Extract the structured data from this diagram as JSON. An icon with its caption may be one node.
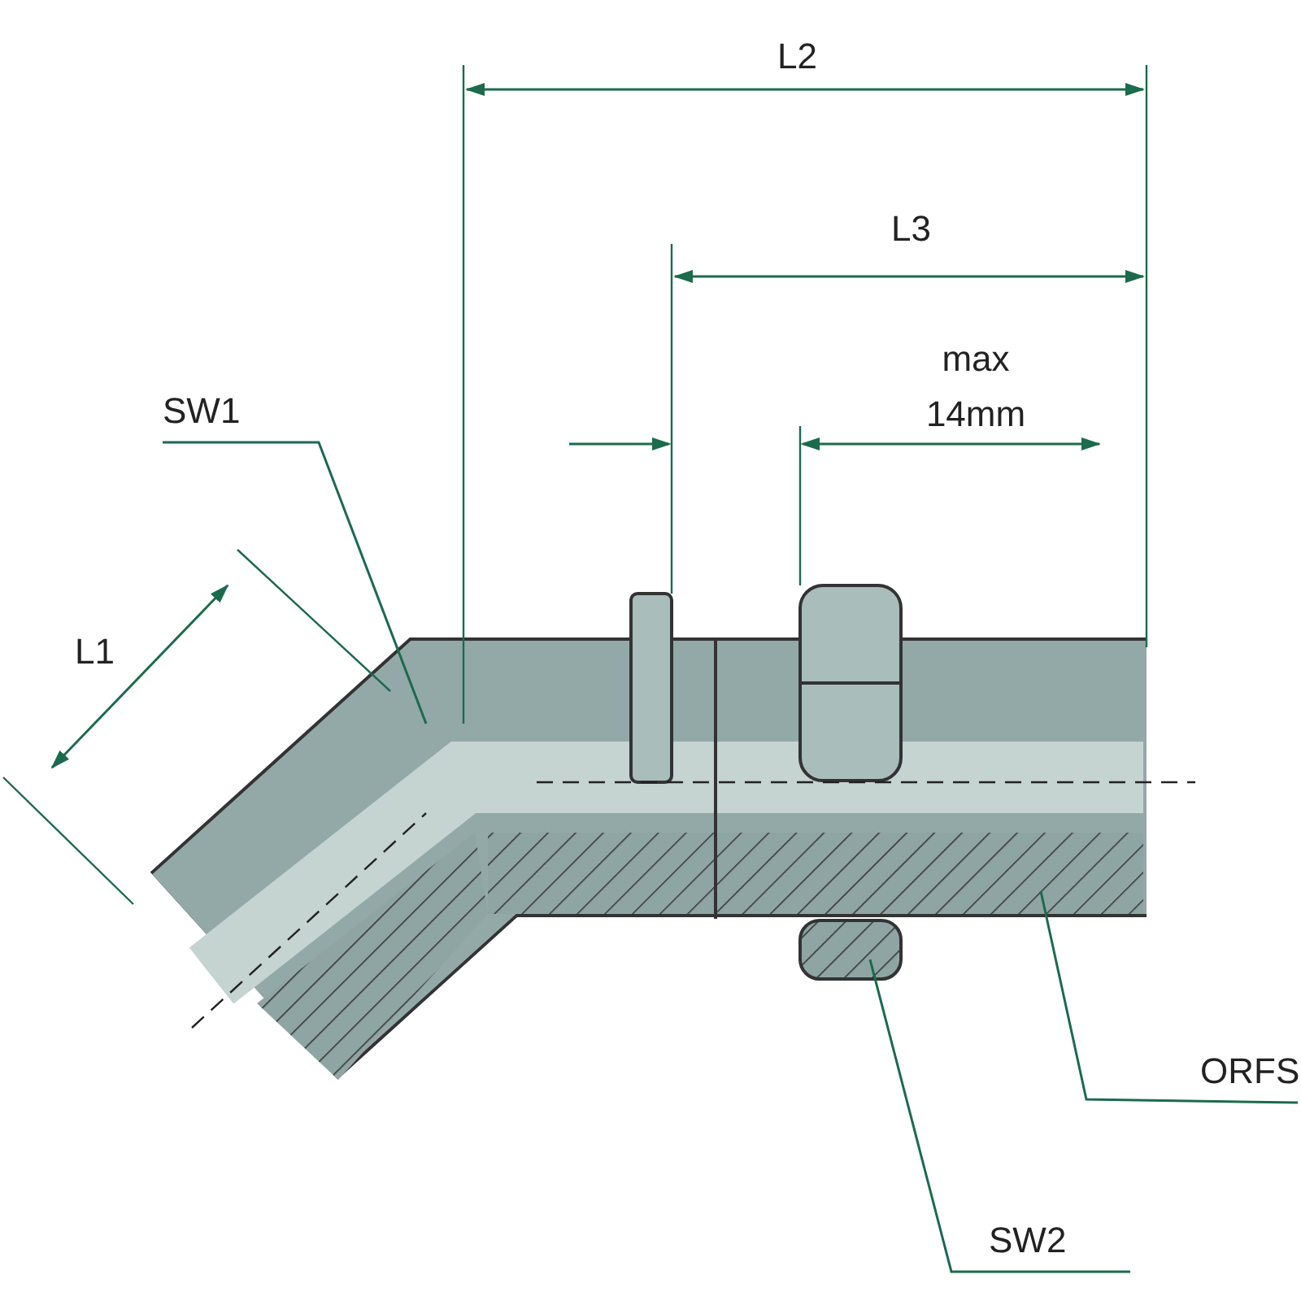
{
  "diagram": {
    "nodes": [
      {
        "text": [
          "SW1"
        ]
      },
      {
        "text": [
          "ORFS"
        ]
      },
      {
        "text": [
          "SW2"
        ]
      }
    ],
    "edges": [
      {
        "from": 0,
        "to": null,
        "arrow": "none"
      },
      {
        "from": 1,
        "to": null,
        "arrow": "none"
      },
      {
        "from": 2,
        "to": null,
        "arrow": "none"
      }
    ],
    "labels": [
      "L2",
      "L3",
      "max 14mm",
      "L1"
    ]
  }
}
